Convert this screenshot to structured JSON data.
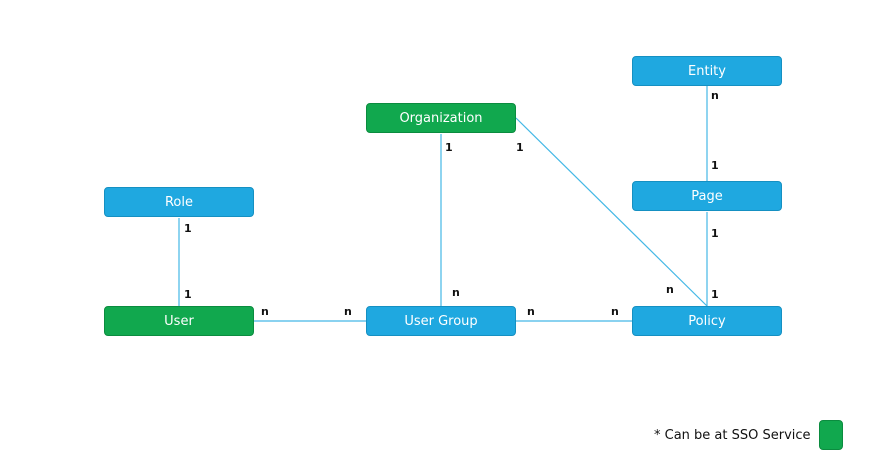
{
  "nodes": {
    "entity": {
      "label": "Entity",
      "color": "blue"
    },
    "organization": {
      "label": "Organization",
      "color": "green"
    },
    "page": {
      "label": "Page",
      "color": "blue"
    },
    "role": {
      "label": "Role",
      "color": "blue"
    },
    "user": {
      "label": "User",
      "color": "green"
    },
    "user_group": {
      "label": "User Group",
      "color": "blue"
    },
    "policy": {
      "label": "Policy",
      "color": "blue"
    }
  },
  "relations": [
    {
      "from": "role",
      "to": "user",
      "from_card": "1",
      "to_card": "1"
    },
    {
      "from": "user",
      "to": "user_group",
      "from_card": "n",
      "to_card": "n"
    },
    {
      "from": "organization",
      "to": "user_group",
      "from_card": "1",
      "to_card": "n"
    },
    {
      "from": "organization",
      "to": "policy",
      "from_card": "1",
      "to_card": "n"
    },
    {
      "from": "user_group",
      "to": "policy",
      "from_card": "n",
      "to_card": "n"
    },
    {
      "from": "entity",
      "to": "page",
      "from_card": "n",
      "to_card": "1"
    },
    {
      "from": "page",
      "to": "policy",
      "from_card": "1",
      "to_card": "1"
    }
  ],
  "legend": {
    "text": "* Can be at SSO Service",
    "color": "#11a84e"
  },
  "colors": {
    "blue": "#1fa8e0",
    "green": "#11a84e",
    "edge": "#44b8e6"
  }
}
